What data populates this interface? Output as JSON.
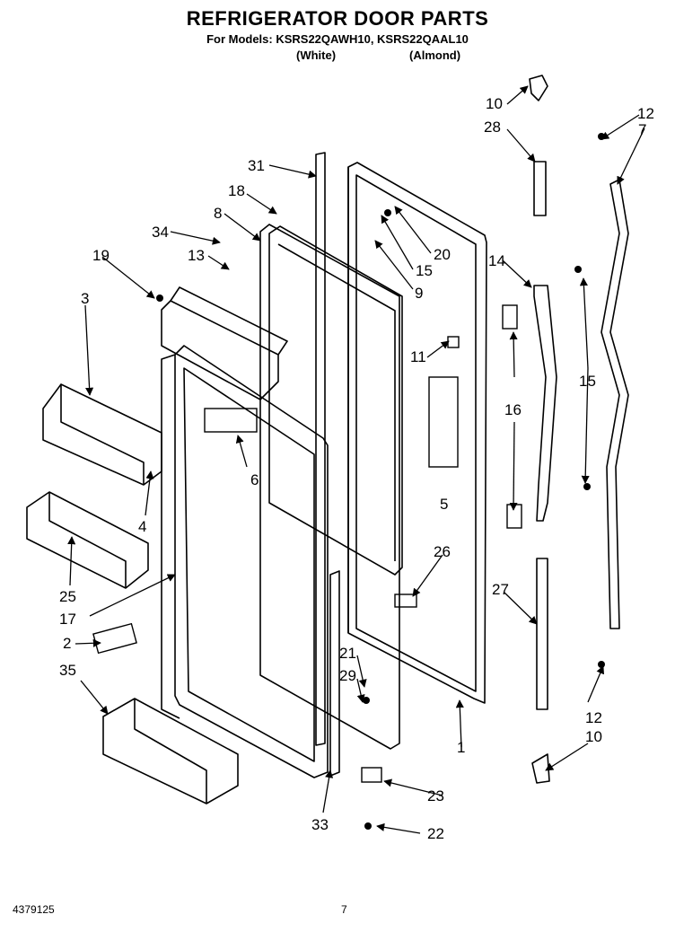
{
  "header": {
    "title": "REFRIGERATOR DOOR PARTS",
    "models_line": "For Models: KSRS22QAWH10, KSRS22QAAL10",
    "variant_white": "(White)",
    "variant_almond": "(Almond)"
  },
  "callouts": [
    "10",
    "28",
    "12",
    "7",
    "31",
    "18",
    "8",
    "34",
    "13",
    "19",
    "3",
    "20",
    "15",
    "9",
    "14",
    "11",
    "15",
    "16",
    "5",
    "6",
    "4",
    "25",
    "17",
    "26",
    "27",
    "2",
    "35",
    "21",
    "29",
    "1",
    "12",
    "10",
    "23",
    "33",
    "22"
  ],
  "footer": {
    "doc_number": "4379125",
    "page_number": "7"
  }
}
